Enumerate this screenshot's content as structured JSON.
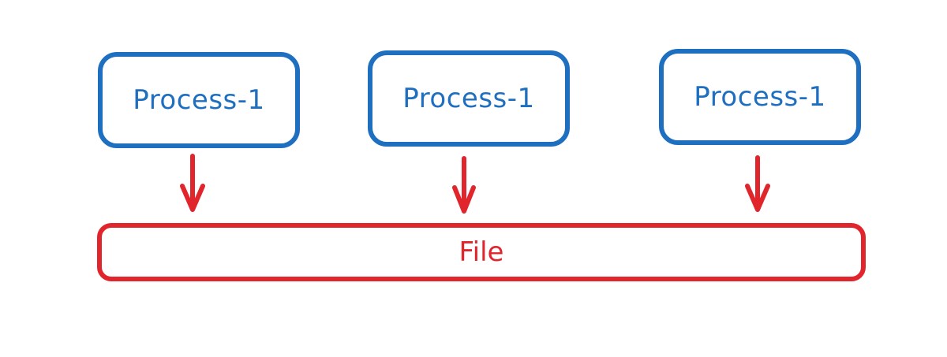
{
  "processes": [
    {
      "label": "Process-1"
    },
    {
      "label": "Process-1"
    },
    {
      "label": "Process-1"
    }
  ],
  "file": {
    "label": "File"
  },
  "colors": {
    "process": "#1f6fc0",
    "file": "#e0262c",
    "arrow": "#e0262c",
    "background": "#ffffff"
  }
}
